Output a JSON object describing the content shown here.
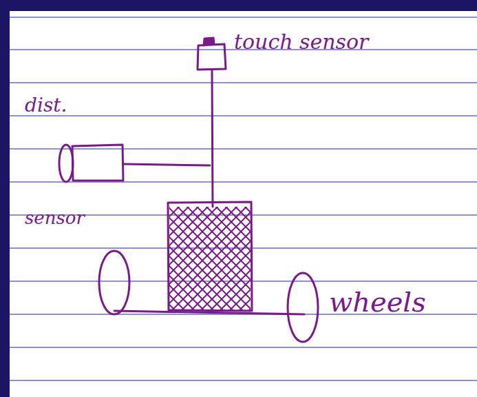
{
  "diagram": {
    "labels": [
      "touch sensor",
      "dist.",
      "sensor",
      "wheels"
    ]
  }
}
